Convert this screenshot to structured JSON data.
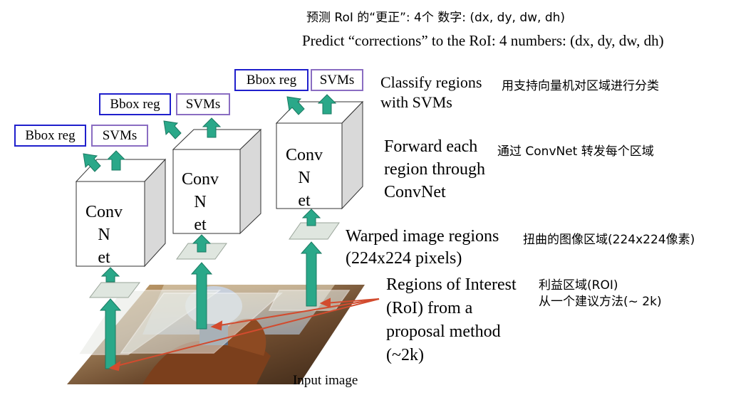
{
  "header": {
    "zh": "预测 RoI 的“更正”: 4个 数字: (dx,  dy,  dw,  dh)",
    "en": "Predict “corrections” to the RoI: 4 numbers: (dx, dy, dw, dh)"
  },
  "heads": [
    {
      "bbox": "Bbox reg",
      "svm": "SVMs"
    },
    {
      "bbox": "Bbox reg",
      "svm": "SVMs"
    },
    {
      "bbox": "Bbox reg",
      "svm": "SVMs"
    }
  ],
  "convnets": [
    {
      "line1": "Conv",
      "line2": "N",
      "line3": "et"
    },
    {
      "line1": "Conv",
      "line2": "N",
      "line3": "et"
    },
    {
      "line1": "Conv",
      "line2": "N",
      "line3": "et"
    }
  ],
  "annotations": {
    "classify_en_1": "Classify regions",
    "classify_en_2": "with  SVMs",
    "classify_zh": "用支持向量机对区域进行分类",
    "forward_en_1": "Forward each",
    "forward_en_2": "region through",
    "forward_en_3": "ConvNet",
    "forward_zh": "通过 ConvNet 转发每个区域",
    "warped_en_1": "Warped image regions",
    "warped_en_2": "(224x224 pixels)",
    "warped_zh": "扭曲的图像区域(224x224像素)",
    "roi_en_1": "Regions of Interest",
    "roi_en_2": "(RoI) from a",
    "roi_en_3": "proposal  method",
    "roi_en_4": "(~2k)",
    "roi_zh_1": "利益区域(ROI)",
    "roi_zh_2": "从一个建议方法(~ 2k)",
    "input_label": "Input image"
  },
  "colors": {
    "arrow_fill": "#2aa889",
    "arrow_edge": "#1a7a62",
    "bbox_border": "#1f1fcc",
    "svm_border": "#8a6dc2",
    "roi_arrow": "#d24b2e",
    "patch_fill": "#dfe6df"
  }
}
